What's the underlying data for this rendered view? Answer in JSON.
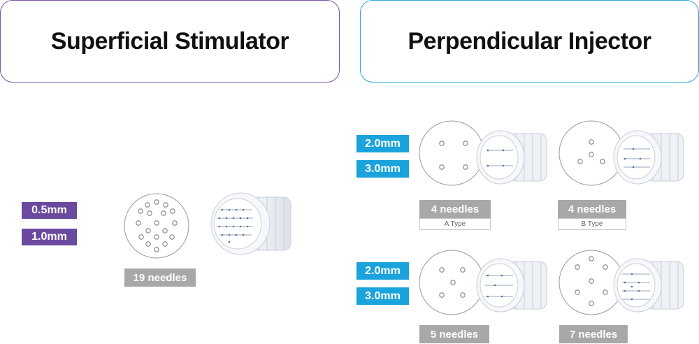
{
  "titles": {
    "superficial": "Superficial Stimulator",
    "perpendicular": "Perpendicular Injector"
  },
  "superficial": {
    "depths": [
      "0.5mm",
      "1.0mm"
    ],
    "needles_label": "19 needles"
  },
  "perpendicular": {
    "row1_depths": [
      "2.0mm",
      "3.0mm"
    ],
    "row2_depths": [
      "2.0mm",
      "3.0mm"
    ],
    "a": {
      "needles_label": "4 needles",
      "type_label": "A Type"
    },
    "b": {
      "needles_label": "4 needles",
      "type_label": "B Type"
    },
    "c": {
      "needles_label": "5 needles"
    },
    "d": {
      "needles_label": "7 needles"
    }
  },
  "colors": {
    "purple": "#6a4a9e",
    "blue": "#1aa3dc",
    "gray_label": "#a8a8a8"
  }
}
